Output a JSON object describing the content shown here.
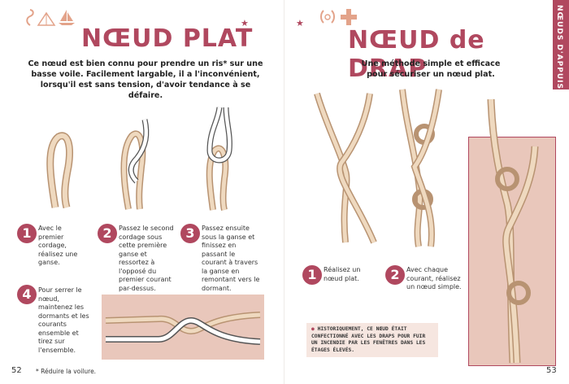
{
  "left_page": {
    "title": "NŒUD PLAT",
    "intro": "Ce nœud est bien connu pour prendre un ris* sur une basse voile. Facilement largable, il a l'inconvénient, lorsqu'il est sans tension, d'avoir tendance à se défaire.",
    "steps": [
      {
        "num": "1",
        "text": "Avec le premier cordage, réalisez une ganse."
      },
      {
        "num": "2",
        "text": "Passez le second cordage sous cette première ganse et ressortez à l'opposé du premier courant par-dessus."
      },
      {
        "num": "3",
        "text": "Passez ensuite sous la ganse et finissez en passant le courant à travers la ganse en remontant vers le dormant."
      },
      {
        "num": "4",
        "text": "Pour serrer le nœud, maintenez les dormants et les courants ensemble et tirez sur l'ensemble."
      }
    ],
    "footnote": "* Réduire la voilure.",
    "page_number": "52",
    "header_icons": [
      "rope-icon",
      "tent-icon",
      "sailboat-icon"
    ]
  },
  "right_page": {
    "title": "NŒUD de DRAP",
    "intro": "Une méthode simple et efficace pour sécuriser un nœud plat.",
    "steps": [
      {
        "num": "1",
        "text": "Réalisez un nœud plat."
      },
      {
        "num": "2",
        "text": "Avec chaque courant, réalisez un nœud simple."
      }
    ],
    "callout": "HISTORIQUEMENT, CE NŒUD ÉTAIT CONFECTIONNÉ AVEC LES DRAPS POUR FUIR UN INCENDIE PAR LES FENÊTRES DANS LES ÉTAGES ÉLEVÉS.",
    "side_tab": "NŒUDS D'APPUIS",
    "page_number": "53",
    "header_icons": [
      "laurel-icon",
      "plus-icon"
    ]
  },
  "colors": {
    "accent": "#b0485f",
    "rope": "#e6c9a8",
    "rope_shade": "#b89372",
    "panel": "#e9c7bb"
  }
}
